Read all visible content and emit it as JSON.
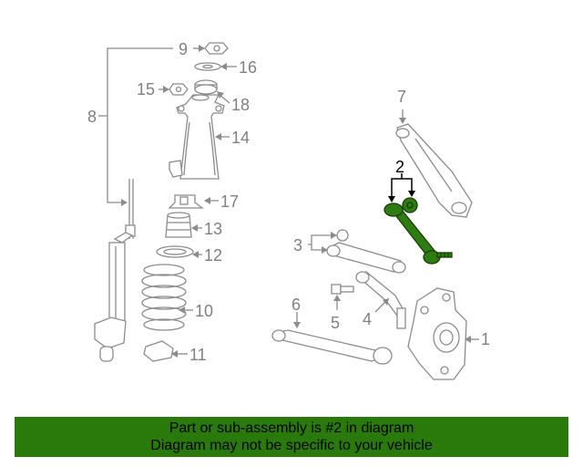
{
  "diagram": {
    "callouts": {
      "c1": "1",
      "c2": "2",
      "c3": "3",
      "c4": "4",
      "c5": "5",
      "c6": "6",
      "c7": "7",
      "c8": "8",
      "c9": "9",
      "c10": "10",
      "c11": "11",
      "c12": "12",
      "c13": "13",
      "c14": "14",
      "c15": "15",
      "c16": "16",
      "c17": "17",
      "c18": "18"
    },
    "highlighted_part": "2",
    "highlight_color": "#2e7d12"
  },
  "banner": {
    "line1": "Part or sub-assembly is #2 in diagram",
    "line2": "Diagram may not be specific to your vehicle",
    "background": "#2a7a0b"
  }
}
